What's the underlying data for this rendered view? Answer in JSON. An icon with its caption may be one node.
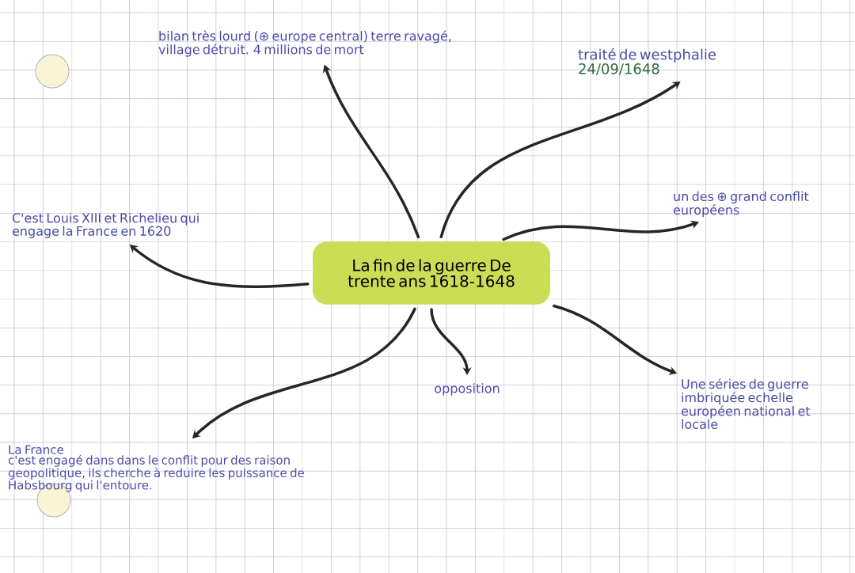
{
  "diagram": {
    "nodes": [
      {
        "text": [
          "La fin de la guerre De trente ans 1618-1648"
        ]
      },
      {
        "text": [
          "bilan très lourd (⊕ europe central) terre ravagé, village détruit. 4 millions de mort"
        ]
      },
      {
        "text": [
          "traité de westphalie",
          "24/09/1648"
        ]
      },
      {
        "text": [
          "un des ⊕ grand conflit européens"
        ]
      },
      {
        "text": [
          "Une séries de guerre imbriquée echelle européen national et locale"
        ]
      },
      {
        "text": [
          "opposition"
        ]
      },
      {
        "text": [
          "La France",
          "c'est engagé dans dans le conflit pour des raison geopolitique, ils cherche à reduire les puissance de Habsbourg qui l'entoure."
        ]
      },
      {
        "text": [
          "C'est Louis XIII et Richelieu qui engage la France en 1620"
        ]
      }
    ],
    "edges": [
      {
        "from": 0,
        "to": 1,
        "arrow": "to"
      },
      {
        "from": 0,
        "to": 2,
        "arrow": "to"
      },
      {
        "from": 0,
        "to": 3,
        "arrow": "to"
      },
      {
        "from": 0,
        "to": 4,
        "arrow": "to"
      },
      {
        "from": 0,
        "to": 5,
        "arrow": "to"
      },
      {
        "from": 0,
        "to": 6,
        "arrow": "to"
      },
      {
        "from": 0,
        "to": 7,
        "arrow": "to"
      }
    ]
  }
}
